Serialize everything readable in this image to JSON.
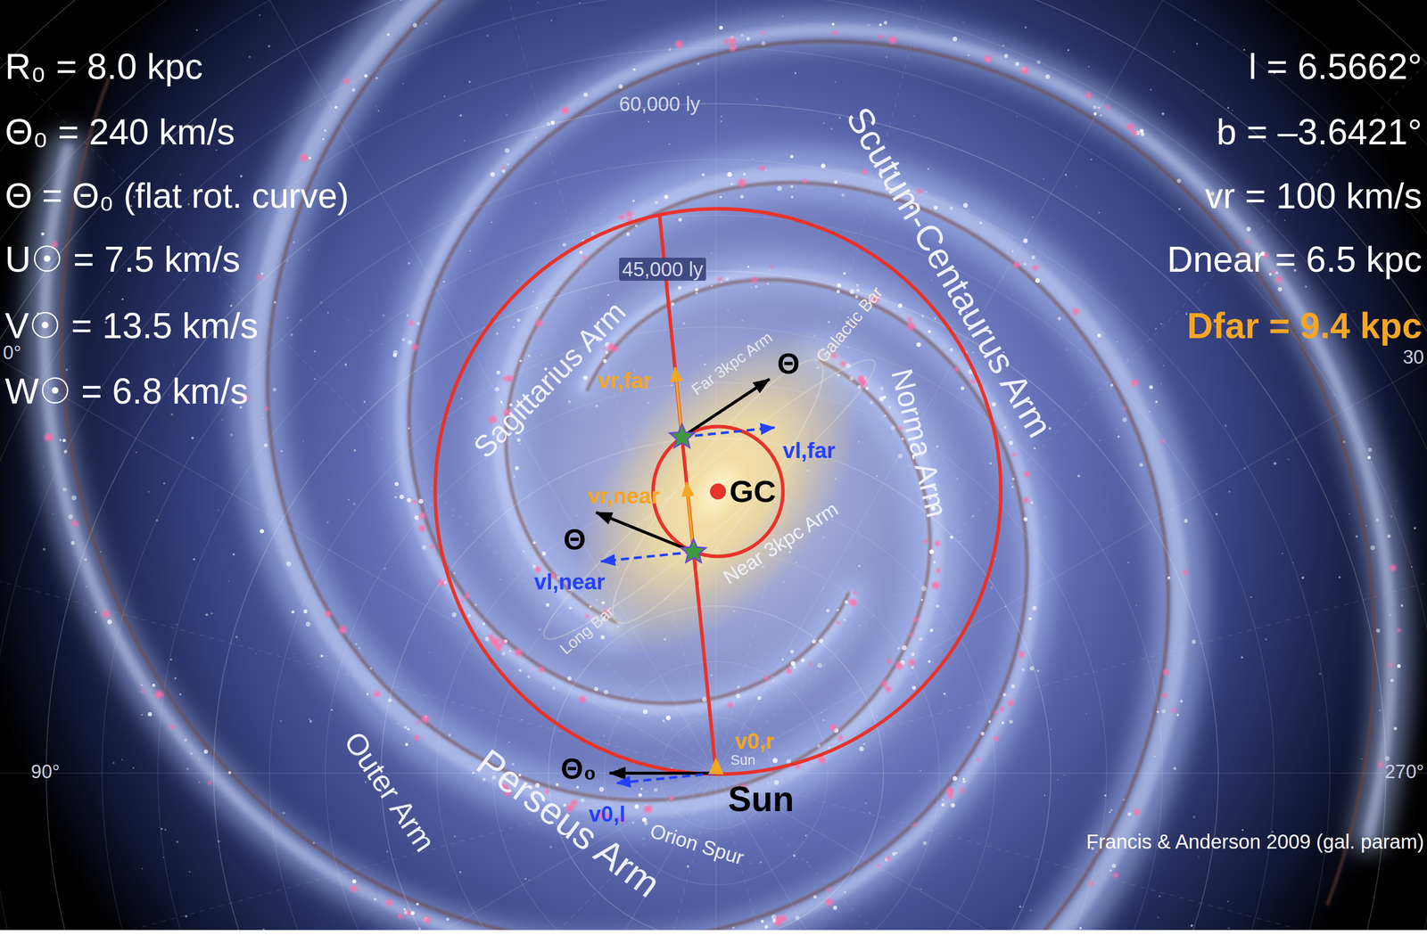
{
  "diagram": {
    "labels": [
      "R₀ = 8.0 kpc",
      "Θ₀ = 240 km/s",
      "Θ = Θ₀ (flat rot. curve)",
      "U☉ = 7.5 km/s",
      "V☉ = 13.5 km/s",
      "W☉ = 6.8 km/s",
      "l = 6.5662°",
      "b = –3.6421°",
      "vr = 100 km/s",
      "Dnear = 6.5 kpc",
      "Dfar = 9.4 kpc",
      "0°",
      "30",
      "90°",
      "270°",
      "60,000 ly",
      "45,000 ly",
      "Scutum-Centaurus Arm",
      "Sagittarius Arm",
      "Far 3kpc Arm",
      "Galactic Bar",
      "Norma Arm",
      "Near 3kpc Arm",
      "Long Bar",
      "Outer Arm",
      "Perseus Arm",
      "Orion Spur",
      "Sun",
      "Sun",
      "GC",
      "Θ",
      "Θ",
      "Θ₀",
      "vr,far",
      "vl,far",
      "vr,near",
      "vl,near",
      "v0,r",
      "v0,l",
      "Francis & Anderson 2009 (gal. param)"
    ]
  }
}
